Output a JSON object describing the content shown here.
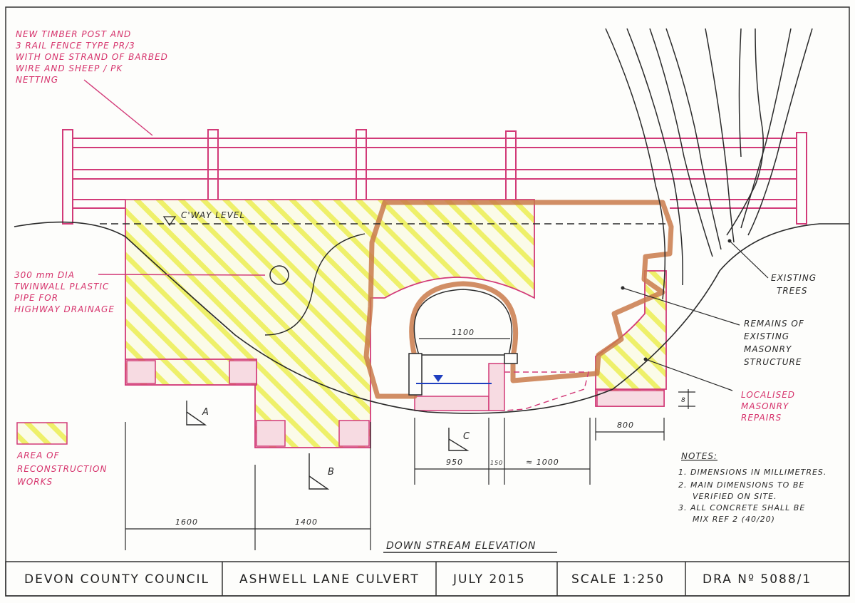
{
  "annotations": {
    "fence_note": [
      "NEW TIMBER POST AND",
      "3 RAIL FENCE TYPE PR/3",
      "WITH ONE STRAND OF BARBED",
      "WIRE AND SHEEP / PK",
      "NETTING"
    ],
    "pipe_note": [
      "300 mm DIA",
      "TWINWALL PLASTIC",
      "PIPE FOR",
      "HIGHWAY DRAINAGE"
    ],
    "cway_level": "C'WAY LEVEL",
    "trees_note": [
      "EXISTING",
      "TREES"
    ],
    "masonry_note": [
      "REMAINS OF",
      "EXISTING",
      "MASONRY",
      "STRUCTURE"
    ],
    "repairs_note": [
      "LOCALISED",
      "MASONRY",
      "REPAIRS"
    ],
    "legend_note": [
      "AREA OF",
      "RECONSTRUCTION",
      "WORKS"
    ]
  },
  "dimensions": {
    "arch_width": "1100",
    "d1600": "1600",
    "d1400": "1400",
    "d950": "950",
    "d150": "150",
    "d1000": "≈ 1000",
    "d800": "800",
    "d_small": "8"
  },
  "sections": {
    "a": "A",
    "b": "B",
    "c": "C"
  },
  "notes": {
    "heading": "NOTES:",
    "items": [
      "1. DIMENSIONS IN MILLIMETRES.",
      "2. MAIN DIMENSIONS TO BE",
      "VERIFIED ON SITE.",
      "3. ALL CONCRETE SHALL BE",
      "MIX REF 2 (40/20)"
    ]
  },
  "drawing_title": "DOWN STREAM ELEVATION",
  "title_block": {
    "council": "DEVON COUNTY COUNCIL",
    "project": "ASHWELL LANE CULVERT",
    "date": "JULY 2015",
    "scale": "SCALE 1:250",
    "drawing_no": "DRA Nº 5088/1"
  },
  "colors": {
    "fence": "#d23a78",
    "hatch": "#eef06a",
    "masonry": "#c97a4a",
    "ink": "#2a2a2a",
    "water": "#1f3fbf"
  }
}
